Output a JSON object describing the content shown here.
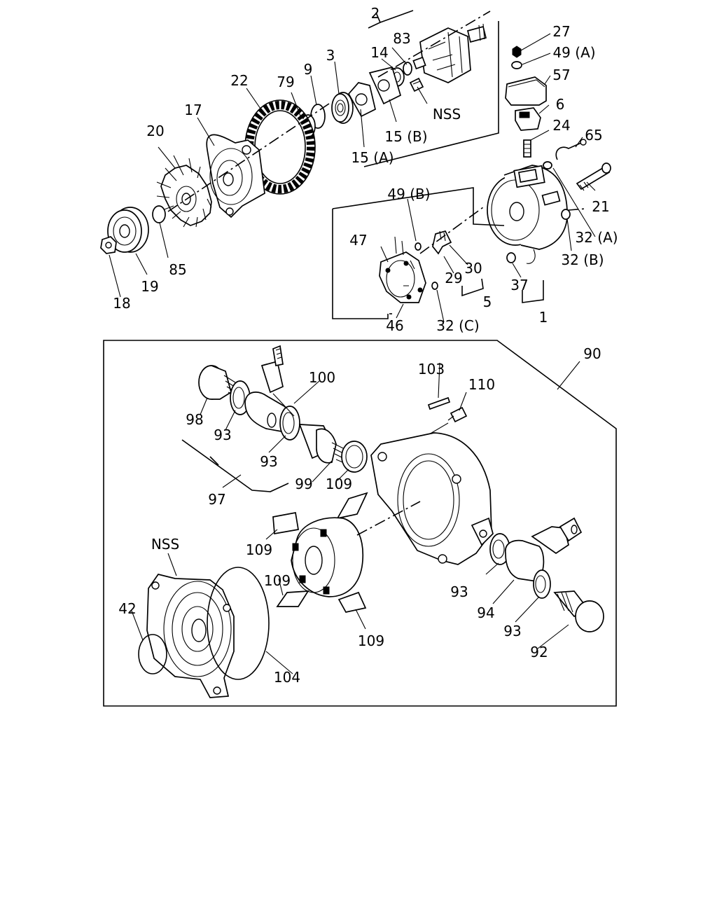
{
  "diagram": {
    "upper_labels": [
      "2",
      "83",
      "14",
      "NSS",
      "15 (B)",
      "15 (A)",
      "3",
      "9",
      "79",
      "22",
      "17",
      "20",
      "19",
      "18",
      "85",
      "27",
      "49 (A)",
      "57",
      "6",
      "24",
      "65",
      "21",
      "32 (A)",
      "32 (B)",
      "37",
      "1",
      "49 (B)",
      "47",
      "29",
      "30",
      "5",
      "46",
      "32 (C)"
    ],
    "lower_labels": [
      "90",
      "103",
      "110",
      "100",
      "98",
      "93",
      "93",
      "97",
      "99",
      "109",
      "109",
      "109",
      "109",
      "NSS",
      "42",
      "104",
      "93",
      "94",
      "93",
      "92"
    ]
  }
}
